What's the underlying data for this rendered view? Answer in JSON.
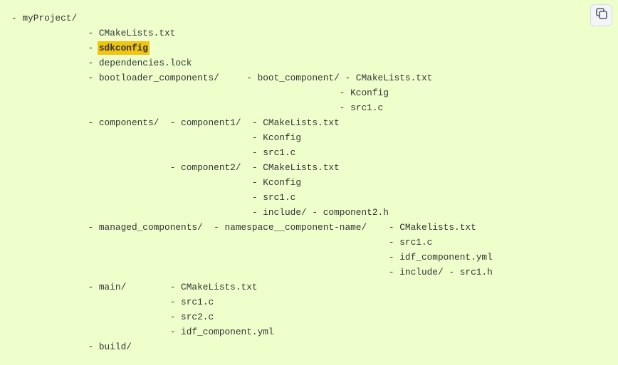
{
  "code_lines": [
    "- myProject/",
    "              - CMakeLists.txt",
    "              - ",
    "              - dependencies.lock",
    "              - bootloader_components/     - boot_component/ - CMakeLists.txt",
    "                                                            - Kconfig",
    "                                                            - src1.c",
    "              - components/  - component1/  - CMakeLists.txt",
    "                                            - Kconfig",
    "                                            - src1.c",
    "                             - component2/  - CMakeLists.txt",
    "                                            - Kconfig",
    "                                            - src1.c",
    "                                            - include/ - component2.h",
    "              - managed_components/  - namespace__component-name/    - CMakelists.txt",
    "                                                                     - src1.c",
    "                                                                     - idf_component.yml",
    "                                                                     - include/ - src1.h",
    "              - main/        - CMakeLists.txt",
    "                             - src1.c",
    "                             - src2.c",
    "                             - idf_component.yml",
    "              - build/"
  ],
  "highlighted": "sdkconfig",
  "copy_button": {
    "icon": "copy-icon"
  },
  "colors": {
    "background": "#eeffcc",
    "highlight": "#f1c40f",
    "text": "#333333"
  }
}
